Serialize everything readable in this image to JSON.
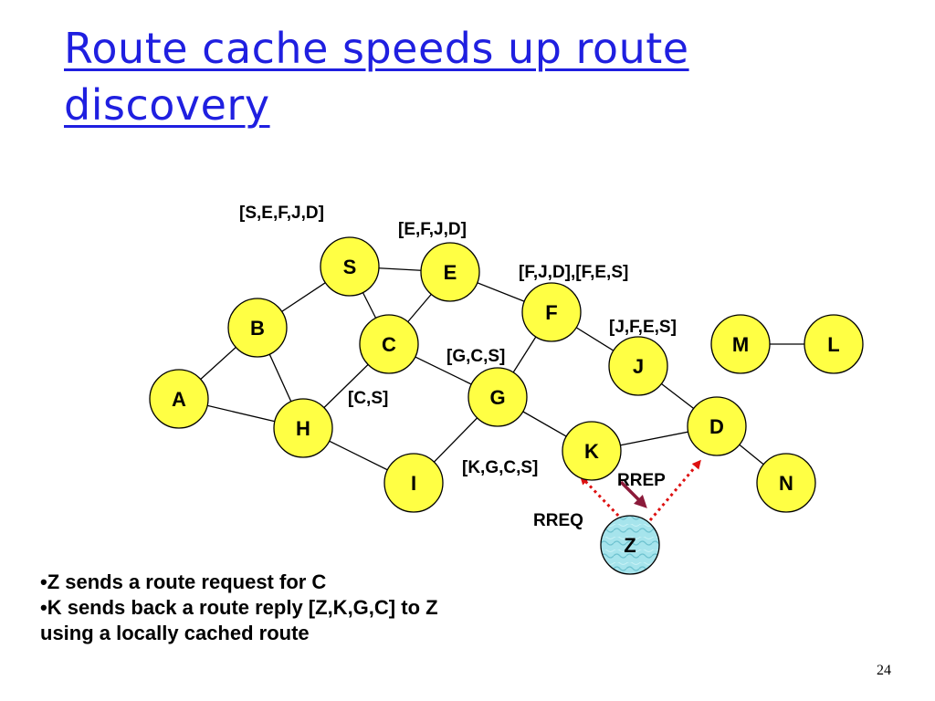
{
  "slide": {
    "title": "Route cache speeds up route discovery",
    "page_number": "24"
  },
  "nodes": {
    "S": "S",
    "E": "E",
    "F": "F",
    "B": "B",
    "C": "C",
    "M": "M",
    "L": "L",
    "J": "J",
    "A": "A",
    "G": "G",
    "H": "H",
    "D": "D",
    "K": "K",
    "I": "I",
    "N": "N",
    "Z": "Z"
  },
  "route_labels": {
    "S": "[S,E,F,J,D]",
    "E": "[E,F,J,D]",
    "F": "[F,J,D],[F,E,S]",
    "J": "[J,F,E,S]",
    "G": "[G,C,S]",
    "C": "[C,S]",
    "K": "[K,G,C,S]"
  },
  "messages": {
    "rreq": "RREQ",
    "rrep": "RREP"
  },
  "bullets": [
    "•Z sends a route request for C",
    "•K sends back a route reply [Z,K,G,C] to Z",
    "using a locally cached route"
  ],
  "colors": {
    "title": "#1f1fe0",
    "node_fill": "#ffff44",
    "node_stroke": "#000000",
    "z_fill": "#9fe0e8",
    "edge": "#000000",
    "rreq_arrows": "#dd1111",
    "rrep_arrow": "#8b1a3a"
  }
}
